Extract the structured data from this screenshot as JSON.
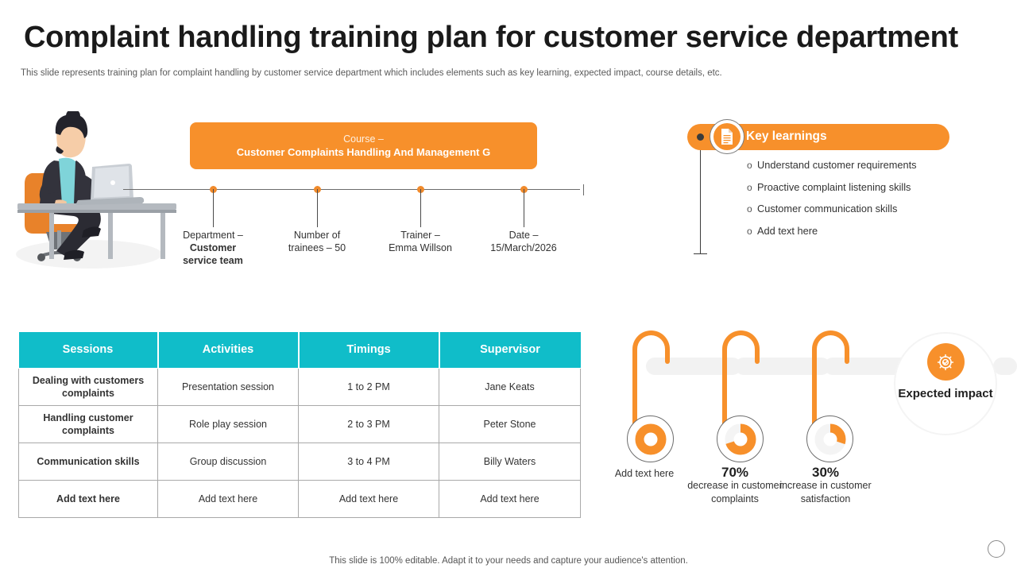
{
  "header": {
    "title": "Complaint handling training plan for customer service department",
    "subtitle": "This slide represents training plan for complaint handling by customer service department which includes elements such as key learning, expected impact, course details, etc."
  },
  "illustration": {
    "name": "businesswoman-at-desk-with-laptop"
  },
  "course": {
    "label": "Course –",
    "value": "Customer Complaints Handling And Management G"
  },
  "timeline": {
    "nodes": [
      {
        "line1": "Department –",
        "line2": "Customer",
        "line3": "service team",
        "bold": true
      },
      {
        "line1": "Number of",
        "line2": "trainees – 50",
        "line3": "",
        "bold": false
      },
      {
        "line1": "Trainer –",
        "line2": "Emma Willson",
        "line3": "",
        "bold": false
      },
      {
        "line1": "Date –",
        "line2": "15/March/2026",
        "line3": "",
        "bold": false
      }
    ]
  },
  "key_learnings": {
    "title": "Key learnings",
    "icon": "document-icon",
    "bullet": "o",
    "items": [
      "Understand customer requirements",
      "Proactive complaint listening skills",
      "Customer communication skills",
      "Add text here"
    ]
  },
  "table": {
    "columns": [
      "Sessions",
      "Activities",
      "Timings",
      "Supervisor"
    ],
    "rows": [
      [
        "Dealing with customers complaints",
        "Presentation session",
        "1 to 2 PM",
        "Jane Keats"
      ],
      [
        "Handling customer complaints",
        "Role play session",
        "2 to 3 PM",
        "Peter Stone"
      ],
      [
        "Communication skills",
        "Group discussion",
        "3 to 4 PM",
        "Billy Waters"
      ],
      [
        "Add text here",
        "Add text here",
        "Add text here",
        "Add text here"
      ]
    ]
  },
  "impact": {
    "badge_title": "Expected impact",
    "badge_icon": "target-with-arrows-icon",
    "items": [
      {
        "percent": "",
        "caption": "Add text here",
        "value": 100
      },
      {
        "percent": "70%",
        "caption": "decrease in customer complaints",
        "value": 70
      },
      {
        "percent": "30%",
        "caption": "increase in customer satisfaction",
        "value": 30
      }
    ]
  },
  "footer": {
    "note": "This slide is 100% editable. Adapt it to your needs and capture your audience's attention."
  },
  "colors": {
    "orange": "#F7902B",
    "teal": "#10BDC9",
    "track_gray": "#f2f2f2",
    "text_dark": "#1a1a1a"
  },
  "chart_data": {
    "type": "pie",
    "title": "Expected impact gauges",
    "series": [
      {
        "name": "Add text here",
        "value": 100,
        "unit": "%"
      },
      {
        "name": "decrease in customer complaints",
        "value": 70,
        "unit": "%"
      },
      {
        "name": "increase in customer satisfaction",
        "value": 30,
        "unit": "%"
      }
    ]
  }
}
